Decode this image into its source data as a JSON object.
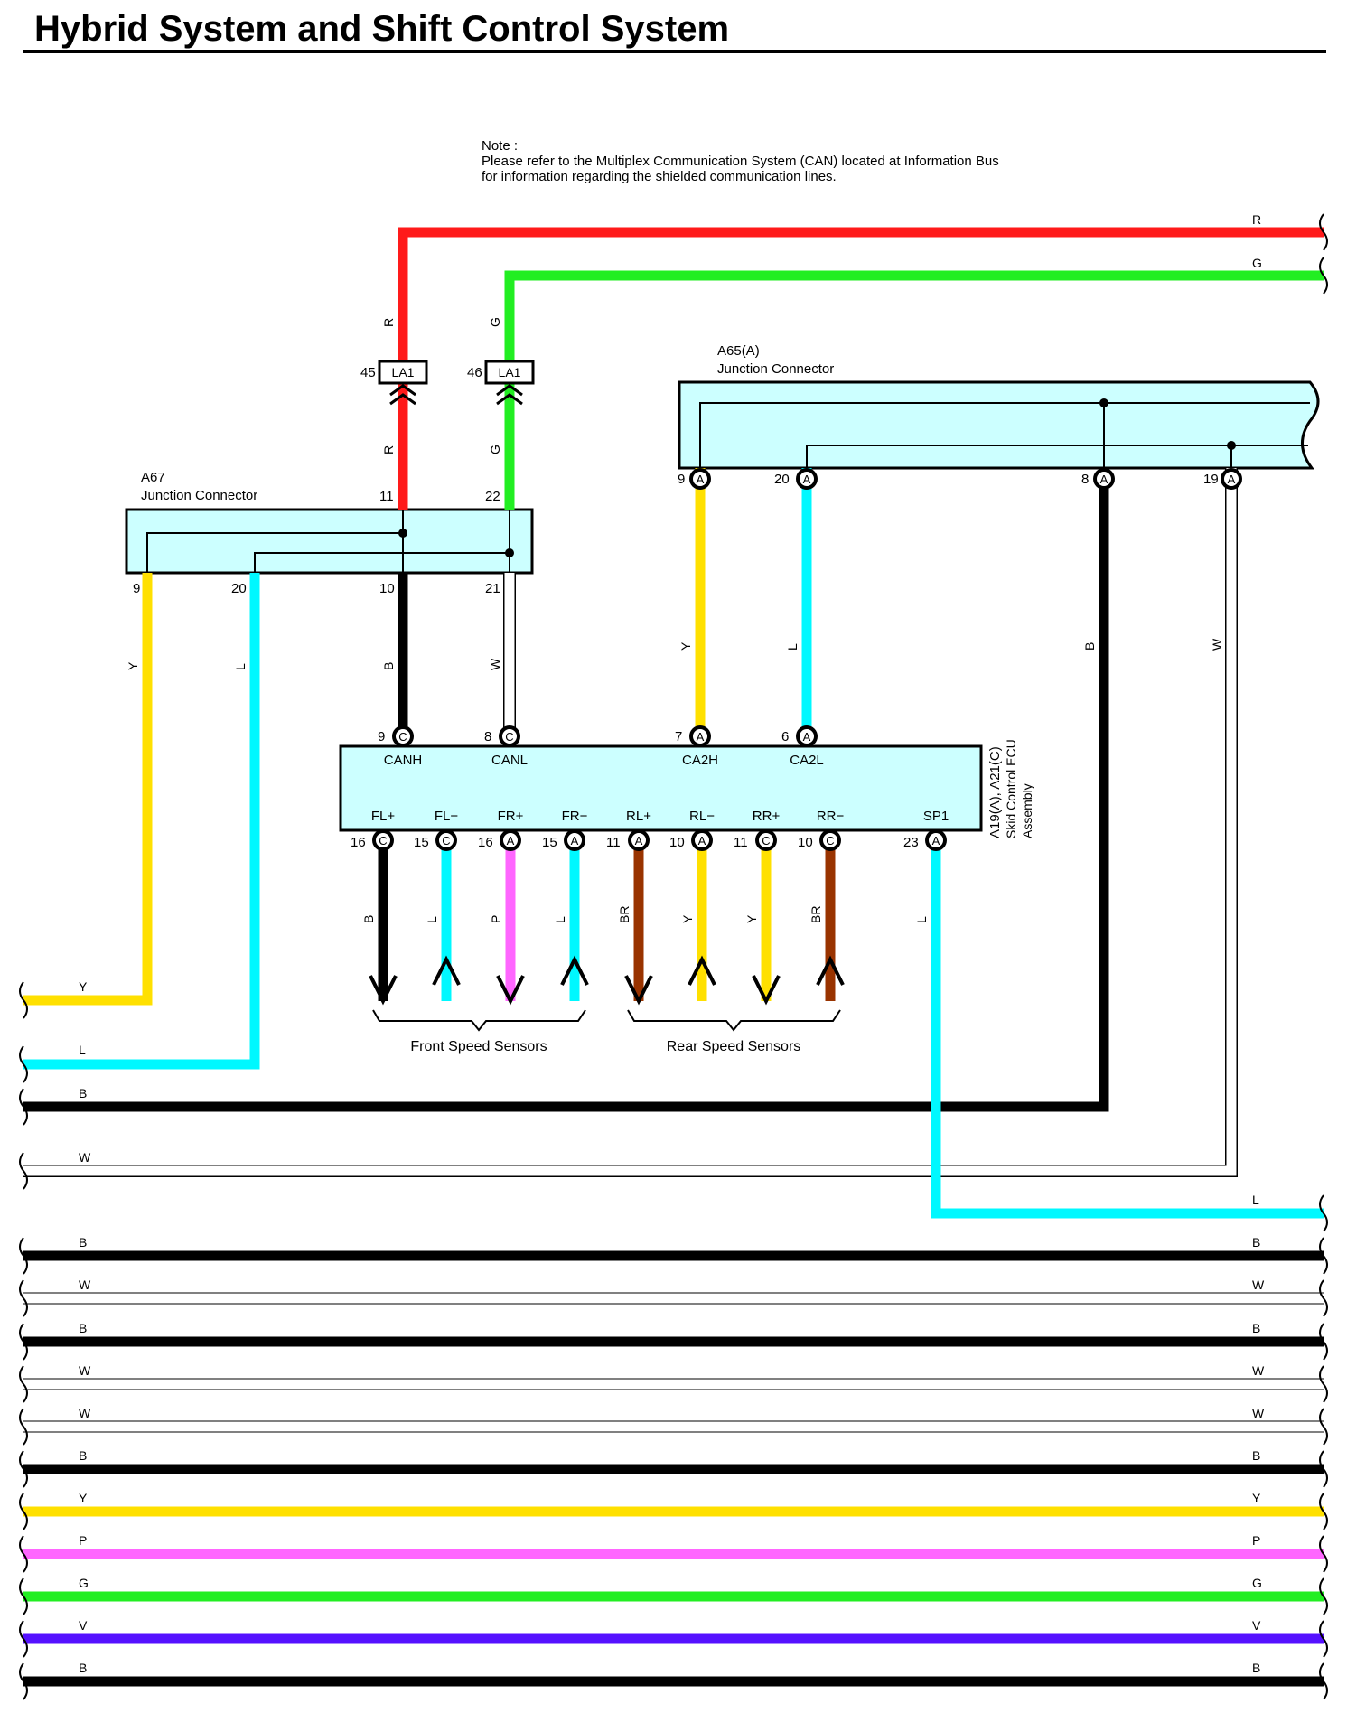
{
  "page_title": "Hybrid System and Shift Control System",
  "note": {
    "heading": "Note :",
    "line1": "Please refer to the Multiplex Communication System (CAN) located  at  Information Bus",
    "line2": "for information regarding the shielded communication lines."
  },
  "colors": {
    "R": "#ff1a1a",
    "G": "#22ee22",
    "Y": "#ffe000",
    "L": "#00f8ff",
    "B": "#000000",
    "W": "#ffffff",
    "P": "#ff66ff",
    "BR": "#993300",
    "V": "#5511ff"
  },
  "connectors": {
    "a67": {
      "id": "A67",
      "name": "Junction Connector",
      "pins": [
        "11",
        "22",
        "9",
        "20",
        "10",
        "21"
      ]
    },
    "a65": {
      "id": "A65(A)",
      "name": "Junction Connector",
      "pins": [
        "9",
        "20",
        "8",
        "19"
      ],
      "pin_letter": "A"
    },
    "la1": {
      "label": "LA1",
      "left_pin": "45",
      "right_pin": "46"
    },
    "ecu": {
      "id": "A19(A), A21(C)",
      "name_line1": "Skid Control ECU",
      "name_line2": "Assembly",
      "top_pins": [
        {
          "pin": "9",
          "letter": "C",
          "terminal": "CANH"
        },
        {
          "pin": "8",
          "letter": "C",
          "terminal": "CANL"
        },
        {
          "pin": "7",
          "letter": "A",
          "terminal": "CA2H"
        },
        {
          "pin": "6",
          "letter": "A",
          "terminal": "CA2L"
        }
      ],
      "bottom_pins": [
        {
          "pin": "16",
          "letter": "C",
          "terminal": "FL+"
        },
        {
          "pin": "15",
          "letter": "C",
          "terminal": "FL−"
        },
        {
          "pin": "16",
          "letter": "A",
          "terminal": "FR+"
        },
        {
          "pin": "15",
          "letter": "A",
          "terminal": "FR−"
        },
        {
          "pin": "11",
          "letter": "A",
          "terminal": "RL+"
        },
        {
          "pin": "10",
          "letter": "A",
          "terminal": "RL−"
        },
        {
          "pin": "11",
          "letter": "C",
          "terminal": "RR+"
        },
        {
          "pin": "10",
          "letter": "C",
          "terminal": "RR−"
        },
        {
          "pin": "23",
          "letter": "A",
          "terminal": "SP1"
        }
      ]
    }
  },
  "sensor_wires": [
    {
      "color": "B",
      "direction": "out"
    },
    {
      "color": "L",
      "direction": "in"
    },
    {
      "color": "P",
      "direction": "out"
    },
    {
      "color": "L",
      "direction": "in"
    },
    {
      "color": "BR",
      "direction": "out"
    },
    {
      "color": "Y",
      "direction": "in"
    },
    {
      "color": "Y",
      "direction": "out"
    },
    {
      "color": "BR",
      "direction": "in"
    }
  ],
  "groups": {
    "front": "Front Speed Sensors",
    "rear": "Rear Speed Sensors"
  },
  "bottom_buses": [
    "B",
    "W",
    "B",
    "W",
    "W",
    "B",
    "Y",
    "P",
    "G",
    "V",
    "B"
  ]
}
